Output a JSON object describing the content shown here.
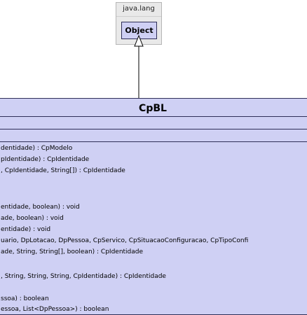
{
  "package": {
    "name": "java.lang"
  },
  "superclass": {
    "name": "Object"
  },
  "class_box": {
    "name": "CpBL"
  },
  "methods": [
    "dentidade) : CpModelo",
    "pIdentidade) : CpIdentidade",
    ", CpIdentidade, String[]) : CpIdentidade",
    "entidade, boolean) : void",
    "ade, boolean) : void",
    "entidade) : void",
    "uario, DpLotacao, DpPessoa, CpServico, CpSituacaoConfiguracao, CpTipoConfi",
    "ade, String, String[], boolean) : CpIdentidade",
    ", String, String, String, CpIdentidade) : CpIdentidade",
    "ssoa) : boolean",
    "essoa, List<DpPessoa>) : boolean"
  ]
}
